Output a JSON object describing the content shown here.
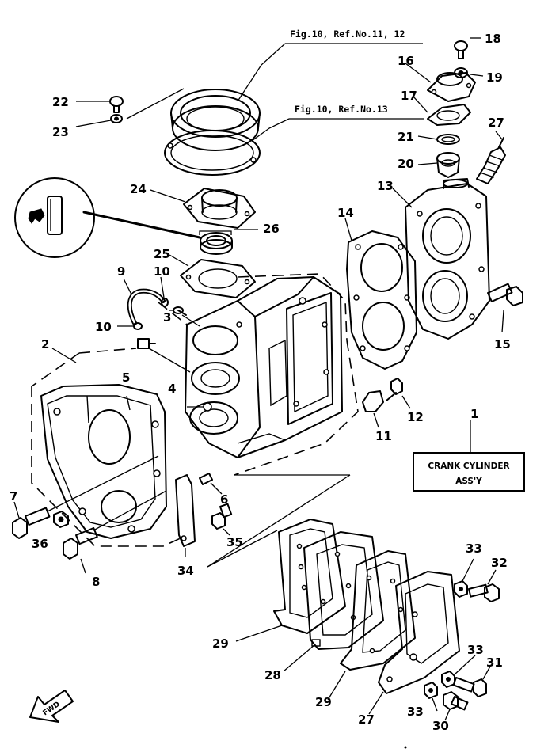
{
  "diagram": {
    "refs": {
      "fig10_ref_11_12": "Fig.10, Ref.No.11, 12",
      "fig10_ref_13": "Fig.10, Ref.No.13"
    },
    "title_box": {
      "line1": "CRANK CYLINDER",
      "line2": "ASS'Y"
    },
    "fwd_label": "FWD",
    "part_numbers": {
      "p1": "1",
      "p2": "2",
      "p3": "3",
      "p4": "4",
      "p5": "5",
      "p6": "6",
      "p7": "7",
      "p8": "8",
      "p9": "9",
      "p10a": "10",
      "p10b": "10",
      "p11": "11",
      "p12": "12",
      "p13": "13",
      "p14": "14",
      "p15": "15",
      "p16": "16",
      "p17": "17",
      "p18": "18",
      "p19": "19",
      "p20": "20",
      "p21": "21",
      "p22": "22",
      "p23": "23",
      "p24": "24",
      "p25": "25",
      "p26": "26",
      "p27a": "27",
      "p27b": "27",
      "p28": "28",
      "p29a": "29",
      "p29b": "29",
      "p30": "30",
      "p31": "31",
      "p32": "32",
      "p33a": "33",
      "p33b": "33",
      "p33c": "33",
      "p34": "34",
      "p35": "35",
      "p36": "36"
    }
  }
}
